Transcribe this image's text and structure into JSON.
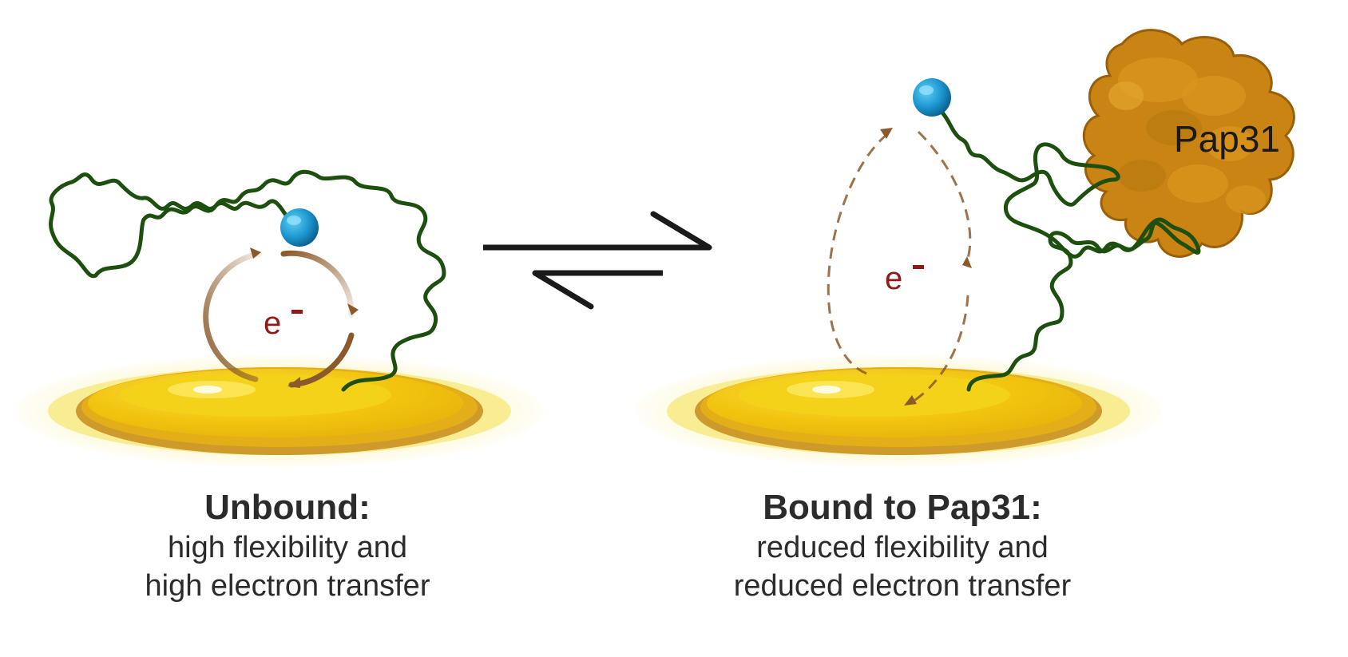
{
  "colors": {
    "tether": "#1d4f0f",
    "gold_outer": "#d6a325",
    "gold_inner": "#f2c811",
    "glow": "#fbf3b4",
    "redox_ball": "#1b95cf",
    "arrow_brown": "#8b5a2b",
    "electron_text": "#8e1a1a",
    "protein": "#c98413",
    "equilibrium_arrow": "#1a1a1a"
  },
  "left_panel": {
    "electron_label": "e",
    "title": "Unbound:",
    "line1": "high flexibility and",
    "line2": "high electron transfer"
  },
  "right_panel": {
    "electron_label": "e",
    "protein_label": "Pap31",
    "title": "Bound to Pap31:",
    "line1": "reduced flexibility and",
    "line2": "reduced electron transfer"
  },
  "icons": {
    "electrode": "gold-electrode-icon",
    "redox_reporter": "redox-reporter-ball-icon",
    "equilibrium": "equilibrium-arrow-icon",
    "protein": "protein-blob-icon"
  }
}
